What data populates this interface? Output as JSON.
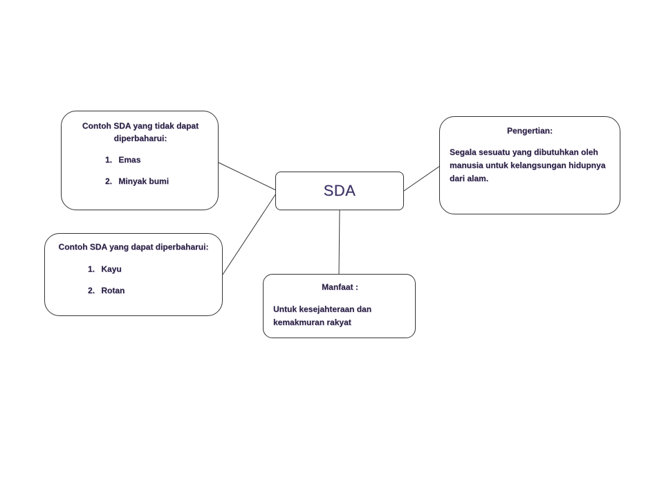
{
  "diagram": {
    "center": {
      "label": "SDA"
    },
    "definition": {
      "heading": "Pengertian:",
      "text": "Segala sesuatu yang dibutuhkan oleh manusia untuk kelangsungan hidupnya dari alam."
    },
    "non_renewable": {
      "heading": "Contoh SDA yang tidak dapat diperbaharui:",
      "items": [
        {
          "number": "1.",
          "label": "Emas"
        },
        {
          "number": "2.",
          "label": "Minyak bumi"
        }
      ]
    },
    "renewable": {
      "heading": "Contoh SDA yang dapat diperbaharui:",
      "items": [
        {
          "number": "1.",
          "label": "Kayu"
        },
        {
          "number": "2.",
          "label": "Rotan"
        }
      ]
    },
    "benefit": {
      "heading": "Manfaat :",
      "text": "Untuk kesejahteraan dan kemakmuran rakyat"
    }
  },
  "colors": {
    "text": "#2b2040",
    "center_text": "#3a3060",
    "border": "#333333",
    "connector": "#333333"
  }
}
